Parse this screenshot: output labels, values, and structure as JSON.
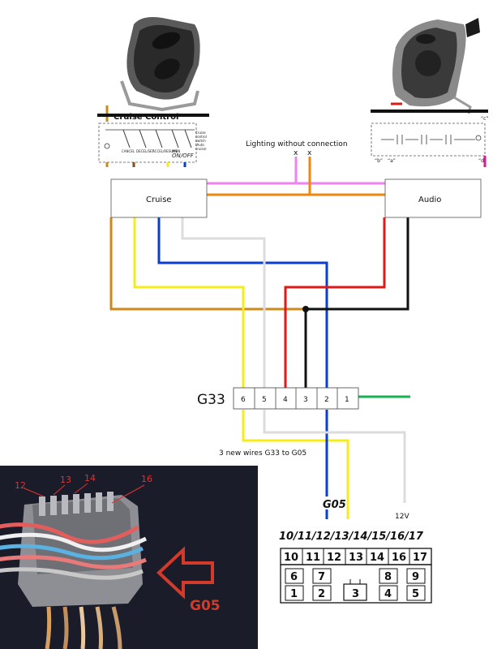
{
  "switches": {
    "cruise_title": "Cruise Control",
    "cruise_small_labels": [
      "CANCEL",
      "DECEL/SET",
      "ACCEL/RESUME",
      "MAIN"
    ],
    "cruise_side_note": [
      "Cruise",
      "control",
      "switch",
      "(Auto",
      "cruise)"
    ],
    "cruise_brand": "ON/OFF",
    "audio_labels": [
      "“c”",
      "“b”",
      "“a”",
      "“d”"
    ]
  },
  "annotations": {
    "lighting_note": "Lighting without connection",
    "x_marks": [
      "x",
      "x"
    ],
    "new_wires_note": "3 new wires G33 to G05",
    "twelve_volt": "12V"
  },
  "modules": {
    "cruise": "Cruise",
    "audio": "Audio"
  },
  "g33": {
    "label": "G33",
    "pins": [
      "6",
      "5",
      "4",
      "3",
      "2",
      "1"
    ]
  },
  "g05": {
    "label": "G05",
    "header": "10/11/12/13/14/15/16/17",
    "top_row": [
      "10",
      "11",
      "12",
      "13",
      "14",
      "16",
      "17"
    ],
    "bottom_row_a": [
      "6",
      "7",
      "",
      "8",
      "9"
    ],
    "bottom_row_b": [
      "1",
      "2",
      "3",
      "4",
      "5"
    ]
  },
  "photo": {
    "pin_numbers": [
      "12",
      "13",
      "14",
      "16"
    ],
    "tag": "G05"
  },
  "colors": {
    "pink": "#ee82ee",
    "orange": "#ee8712",
    "dark_orange": "#cd8a1c",
    "yellow": "#f6ec18",
    "blue": "#0a3ed2",
    "red": "#e01818",
    "black": "#111111",
    "gray": "#dcdcdc",
    "green": "#18b050"
  }
}
